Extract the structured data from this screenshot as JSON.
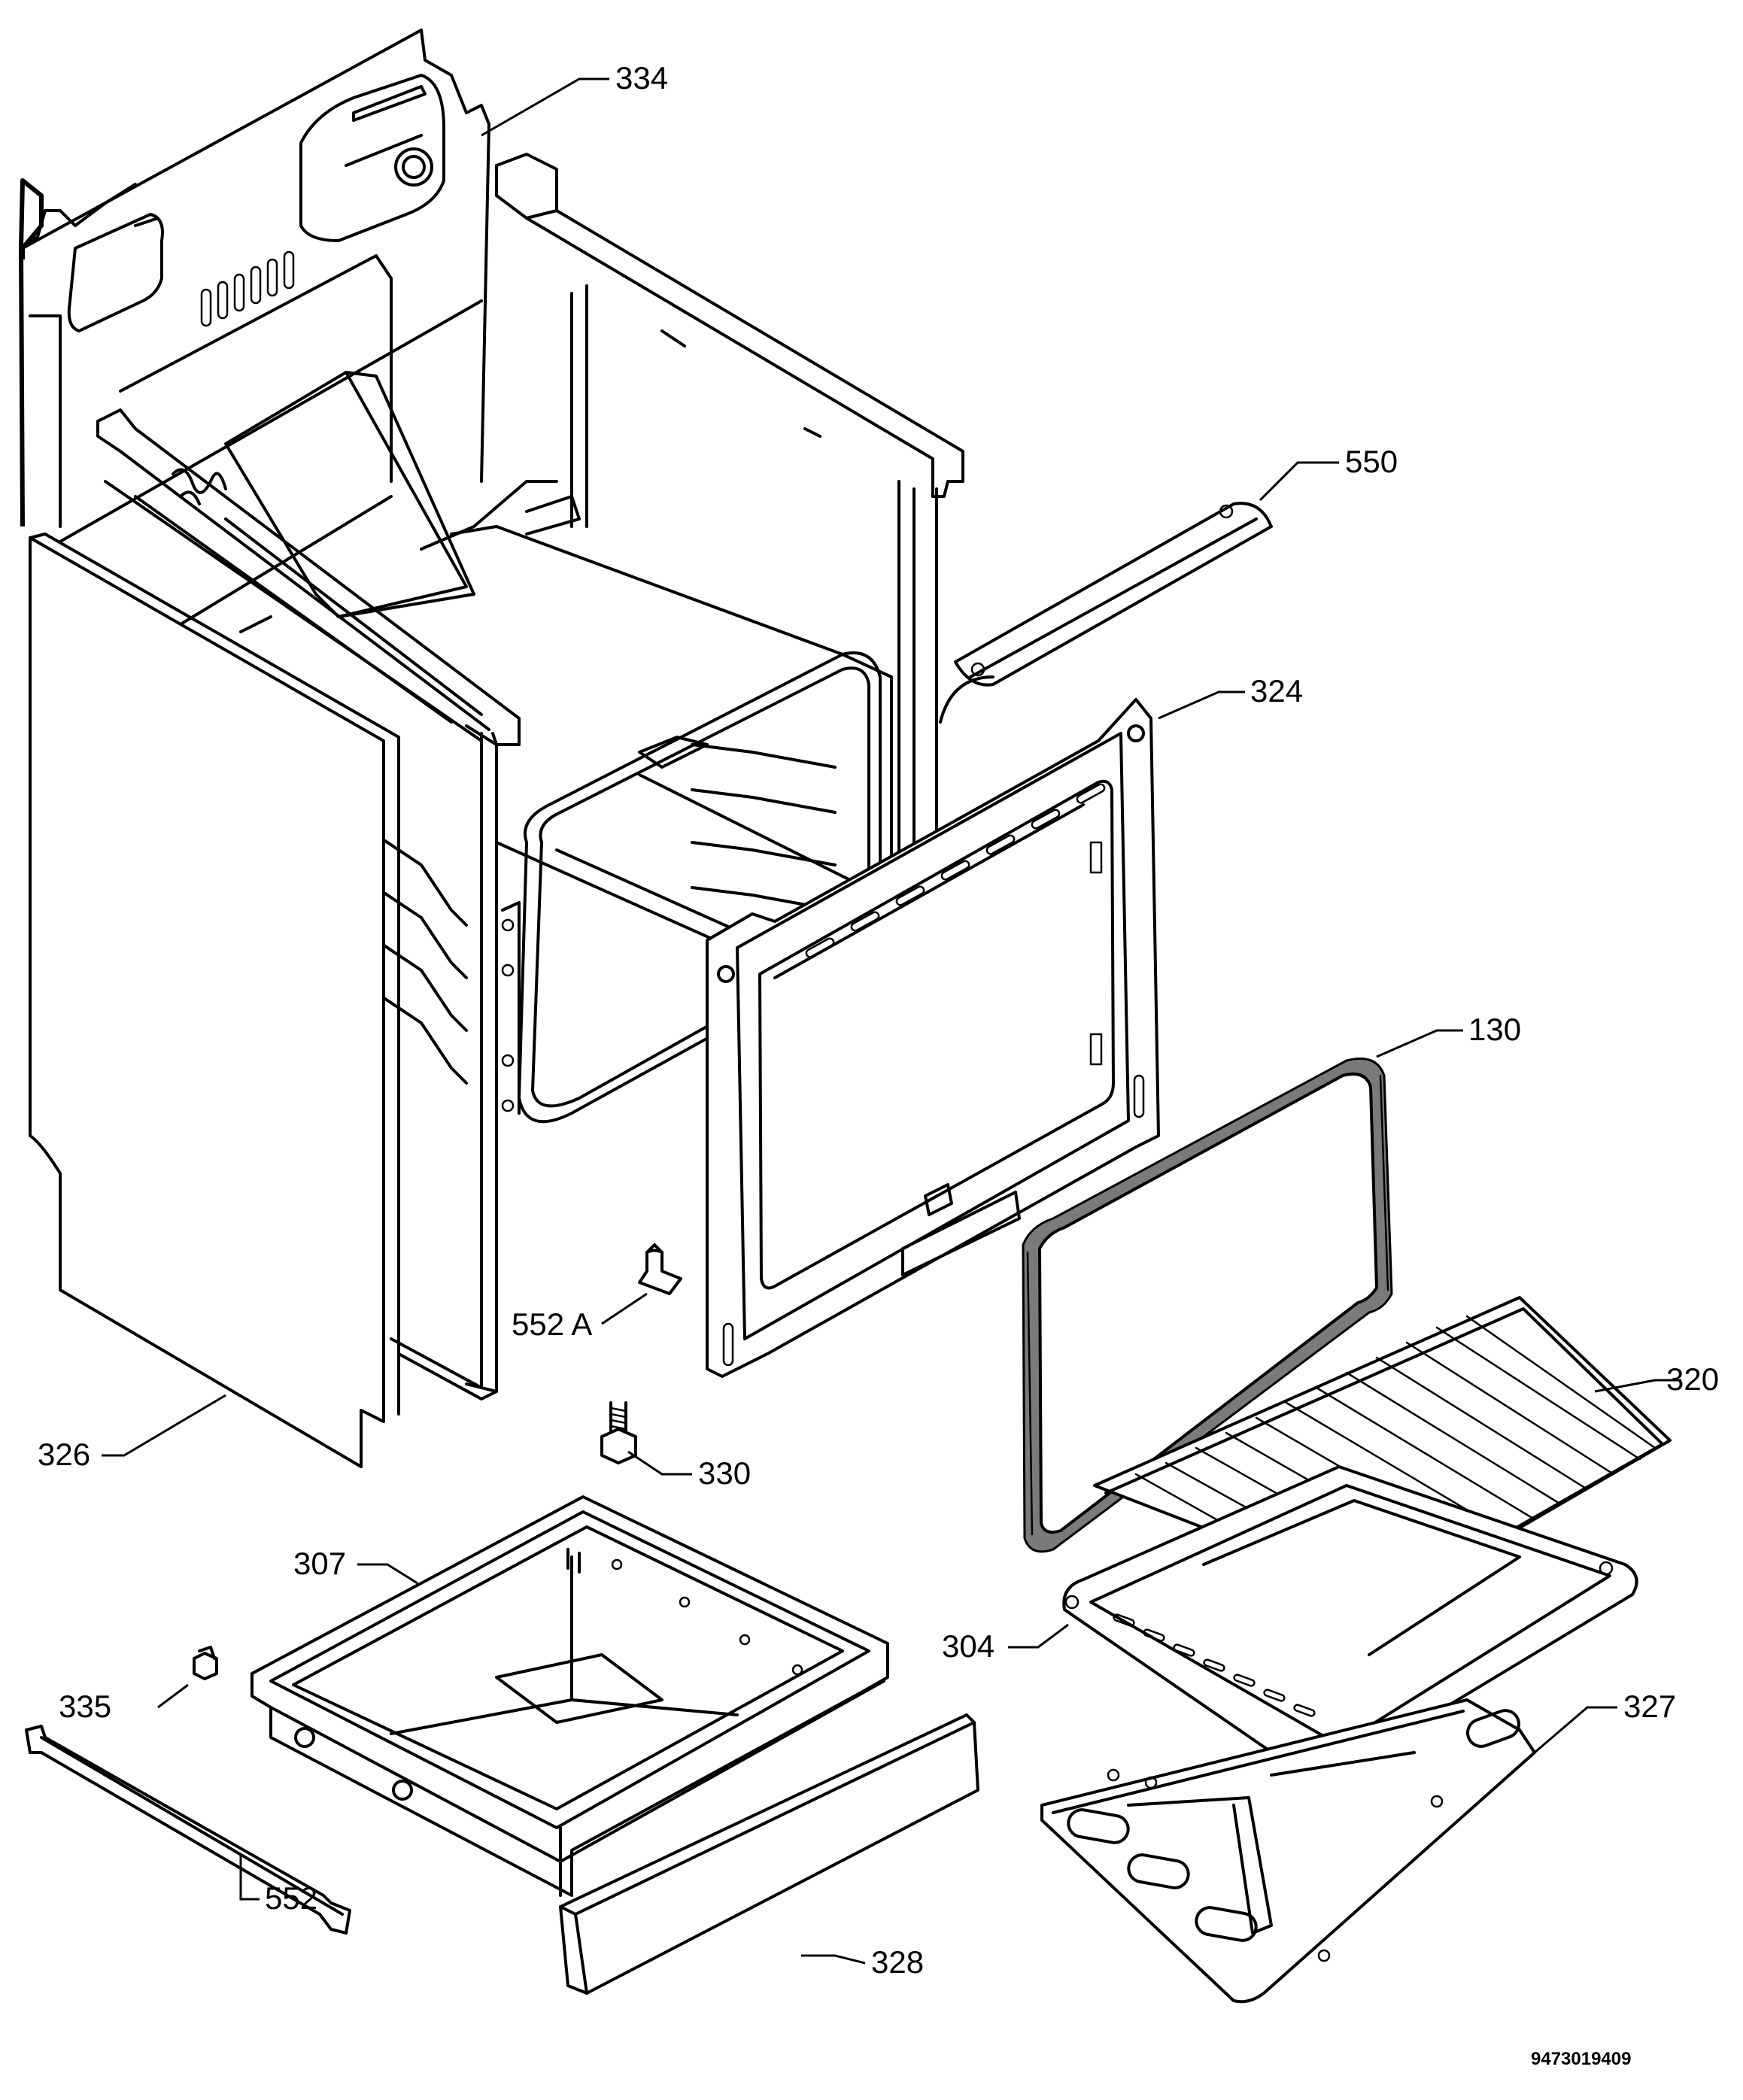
{
  "diagram": {
    "type": "exploded-parts-view",
    "drawing_number": "9473019409",
    "callouts": [
      {
        "id": "334",
        "label": "334"
      },
      {
        "id": "550",
        "label": "550"
      },
      {
        "id": "324",
        "label": "324"
      },
      {
        "id": "130",
        "label": "130"
      },
      {
        "id": "552A",
        "label": "552 A"
      },
      {
        "id": "320",
        "label": "320"
      },
      {
        "id": "326",
        "label": "326"
      },
      {
        "id": "330",
        "label": "330"
      },
      {
        "id": "307",
        "label": "307"
      },
      {
        "id": "304",
        "label": "304"
      },
      {
        "id": "335",
        "label": "335"
      },
      {
        "id": "327",
        "label": "327"
      },
      {
        "id": "328",
        "label": "328"
      },
      {
        "id": "552",
        "label": "552"
      }
    ]
  }
}
